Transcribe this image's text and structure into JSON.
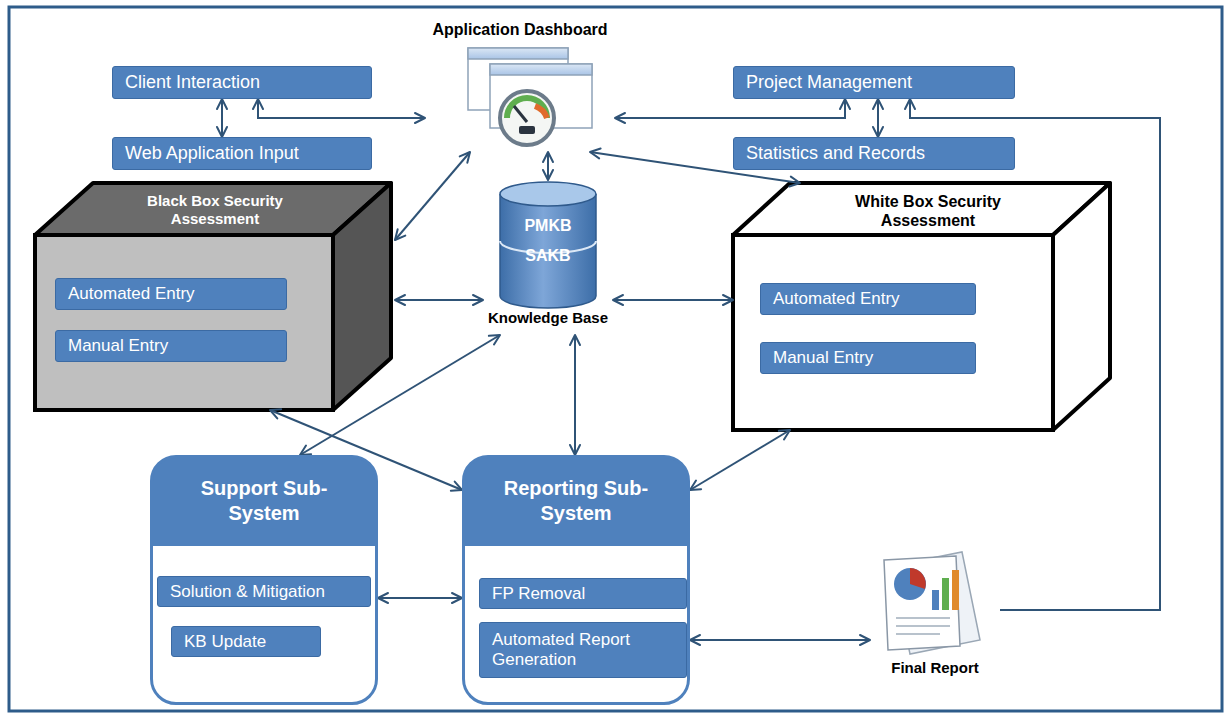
{
  "diagram": {
    "nodes": [
      {
        "text": [
          "Application Dashboard"
        ]
      },
      {
        "text": [
          "Client Interaction"
        ]
      },
      {
        "text": [
          "Web Application Input"
        ]
      },
      {
        "text": [
          "Project Management"
        ]
      },
      {
        "text": [
          "Statistics and Records"
        ]
      },
      {
        "text": [
          "Black Box Security Assessment"
        ]
      },
      {
        "text": [
          "Automated Entry"
        ],
        "in": 5
      },
      {
        "text": [
          "Manual Entry"
        ],
        "in": 5
      },
      {
        "text": [
          "PMKB",
          "SAKB",
          "Knowledge Base"
        ]
      },
      {
        "text": [
          "White Box Security Assessment"
        ]
      },
      {
        "text": [
          "Automated Entry"
        ],
        "in": 9
      },
      {
        "text": [
          "Manual Entry"
        ],
        "in": 9
      },
      {
        "text": [
          "Support Sub-System"
        ]
      },
      {
        "text": [
          "Solution & Mitigation"
        ],
        "in": 12
      },
      {
        "text": [
          "KB Update"
        ],
        "in": 12
      },
      {
        "text": [
          "Reporting Sub-System"
        ]
      },
      {
        "text": [
          "FP Removal"
        ],
        "in": 15
      },
      {
        "text": [
          "Automated Report Generation"
        ],
        "in": 15
      },
      {
        "text": [
          "Final Report"
        ]
      }
    ],
    "edges": [
      {
        "from": 1,
        "to": 2,
        "arrow": "both"
      },
      {
        "from": 1,
        "to": 0,
        "arrow": "both"
      },
      {
        "from": 3,
        "to": 4,
        "arrow": "both"
      },
      {
        "from": 0,
        "to": 3,
        "arrow": "both"
      },
      {
        "from": 0,
        "to": 5,
        "arrow": "both"
      },
      {
        "from": 0,
        "to": 8,
        "arrow": "both"
      },
      {
        "from": 0,
        "to": 9,
        "arrow": "both"
      },
      {
        "from": 5,
        "to": 8,
        "arrow": "both"
      },
      {
        "from": 8,
        "to": 9,
        "arrow": "both"
      },
      {
        "from": 8,
        "to": 12,
        "arrow": "both"
      },
      {
        "from": 8,
        "to": 15,
        "arrow": "both"
      },
      {
        "from": 5,
        "to": 15,
        "arrow": "both"
      },
      {
        "from": 9,
        "to": 15,
        "arrow": "both"
      },
      {
        "from": 12,
        "to": 15,
        "arrow": "both"
      },
      {
        "from": 15,
        "to": 18,
        "arrow": "both"
      },
      {
        "from": 18,
        "to": 3,
        "arrow": "to"
      }
    ]
  }
}
